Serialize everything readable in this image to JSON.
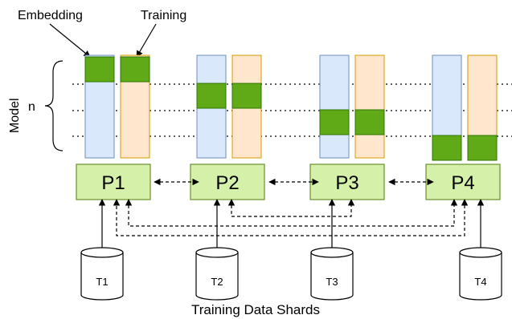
{
  "labels": {
    "embedding": "Embedding",
    "training": "Training",
    "model": "Model",
    "n": "n",
    "shards_caption": "Training Data Shards"
  },
  "processors": [
    {
      "label": "P1",
      "active_block": 1
    },
    {
      "label": "P2",
      "active_block": 2
    },
    {
      "label": "P3",
      "active_block": 3
    },
    {
      "label": "P4",
      "active_block": 4
    }
  ],
  "shards": [
    "T1",
    "T2",
    "T3",
    "T4"
  ],
  "colors": {
    "embedding_fill": "#dae8fc",
    "embedding_stroke": "#6c8ebf",
    "training_fill": "#ffe6cc",
    "training_stroke": "#d79b00",
    "active_fill": "#60a917",
    "active_stroke": "#2d7600",
    "processor_fill": "#d5f0a8",
    "processor_stroke": "#6a8f2e"
  }
}
